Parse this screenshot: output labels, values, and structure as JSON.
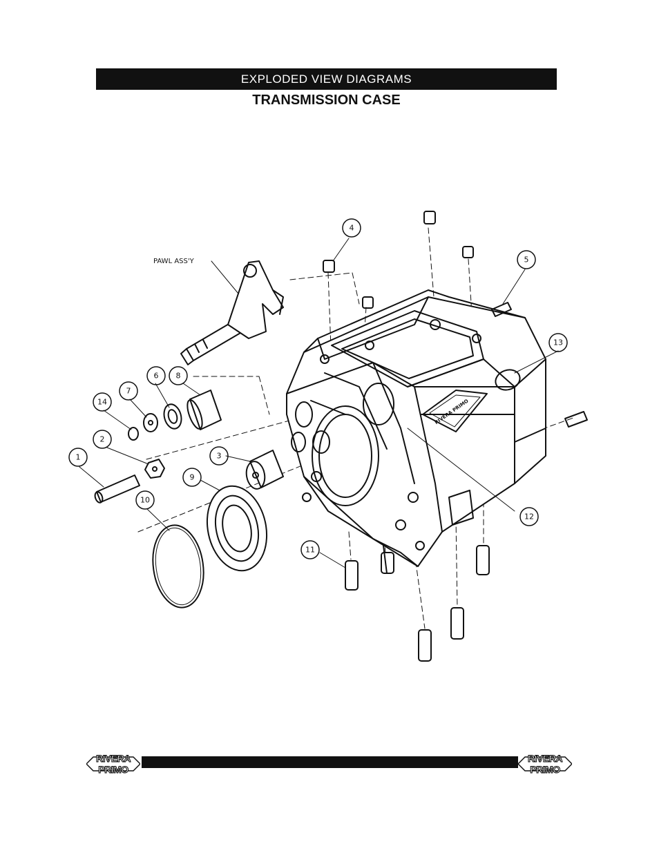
{
  "header": {
    "section": "EXPLODED VIEW DIAGRAMS",
    "title": "TRANSMISSION CASE"
  },
  "diagram": {
    "assembly_label": "PAWL ASS'Y",
    "callouts": [
      "1",
      "2",
      "3",
      "4",
      "5",
      "6",
      "7",
      "8",
      "9",
      "10",
      "11",
      "12",
      "13",
      "14"
    ],
    "case_emblem": "RIVERA PRIMO"
  },
  "footer": {
    "logo_left": {
      "line1": "RIVERA",
      "line2": "PRIMO"
    },
    "logo_right": {
      "line1": "RIVERA",
      "line2": "PRIMO"
    }
  },
  "colors": {
    "ink": "#111111",
    "paper": "#ffffff"
  }
}
